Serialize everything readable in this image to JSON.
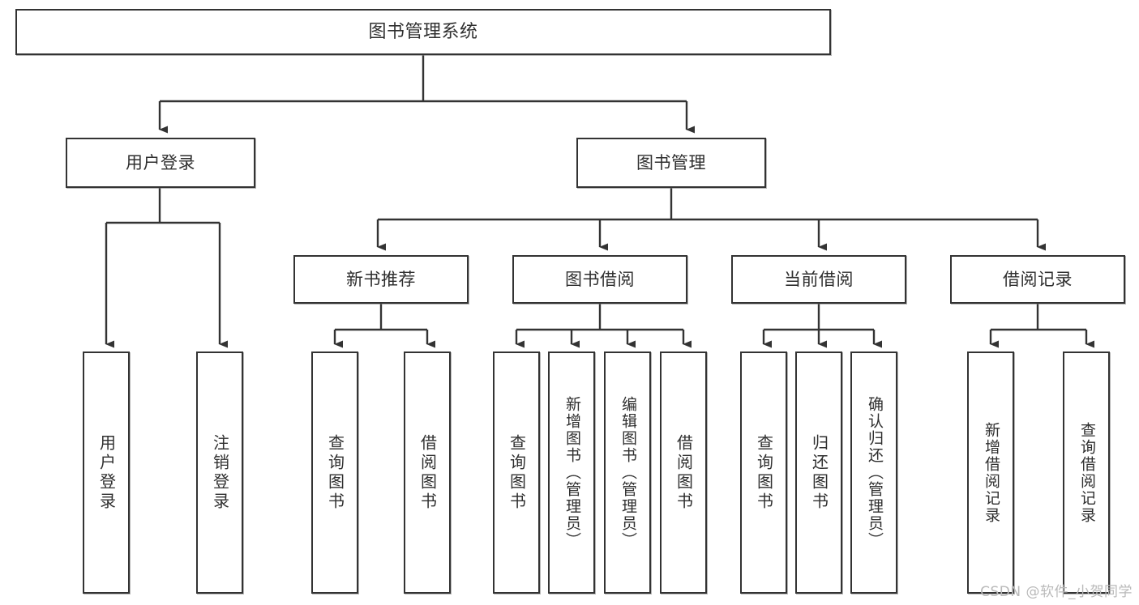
{
  "diagram": {
    "title": "图书管理系统",
    "type": "functional-structure-tree",
    "watermark": "CSDN @软件_小贺同学",
    "colors": {
      "box_border": "#333333",
      "box_fill": "#ffffff",
      "text": "#2f2f2f",
      "edge": "#333333",
      "watermark": "#b9b9b9",
      "background": "#ffffff"
    },
    "levels": {
      "root": {
        "label": "图书管理系统"
      },
      "level2": [
        {
          "id": "user-login",
          "label": "用户登录"
        },
        {
          "id": "book-management",
          "label": "图书管理"
        }
      ],
      "level3": [
        {
          "id": "new-book-recommend",
          "label": "新书推荐",
          "parent": "book-management"
        },
        {
          "id": "book-borrow",
          "label": "图书借阅",
          "parent": "book-management"
        },
        {
          "id": "current-borrow",
          "label": "当前借阅",
          "parent": "book-management"
        },
        {
          "id": "borrow-record",
          "label": "借阅记录",
          "parent": "book-management"
        }
      ],
      "leaves": [
        {
          "id": "leaf-user-login",
          "label": "用户登录",
          "parent": "user-login"
        },
        {
          "id": "leaf-logout-login",
          "label": "注销登录",
          "parent": "user-login"
        },
        {
          "id": "leaf-query-book-1",
          "label": "查询图书",
          "parent": "new-book-recommend"
        },
        {
          "id": "leaf-borrow-book-1",
          "label": "借阅图书",
          "parent": "new-book-recommend"
        },
        {
          "id": "leaf-query-book-2",
          "label": "查询图书",
          "parent": "book-borrow"
        },
        {
          "id": "leaf-add-book",
          "label": "新增图书（管理员）",
          "parent": "book-borrow"
        },
        {
          "id": "leaf-edit-book",
          "label": "编辑图书（管理员）",
          "parent": "book-borrow"
        },
        {
          "id": "leaf-borrow-book-2",
          "label": "借阅图书",
          "parent": "book-borrow"
        },
        {
          "id": "leaf-query-book-3",
          "label": "查询图书",
          "parent": "current-borrow"
        },
        {
          "id": "leaf-return-book",
          "label": "归还图书",
          "parent": "current-borrow"
        },
        {
          "id": "leaf-confirm-return",
          "label": "确认归还（管理员）",
          "parent": "current-borrow"
        },
        {
          "id": "leaf-add-record",
          "label": "新增借阅记录",
          "parent": "borrow-record"
        },
        {
          "id": "leaf-query-record",
          "label": "查询借阅记录",
          "parent": "borrow-record"
        }
      ]
    }
  }
}
